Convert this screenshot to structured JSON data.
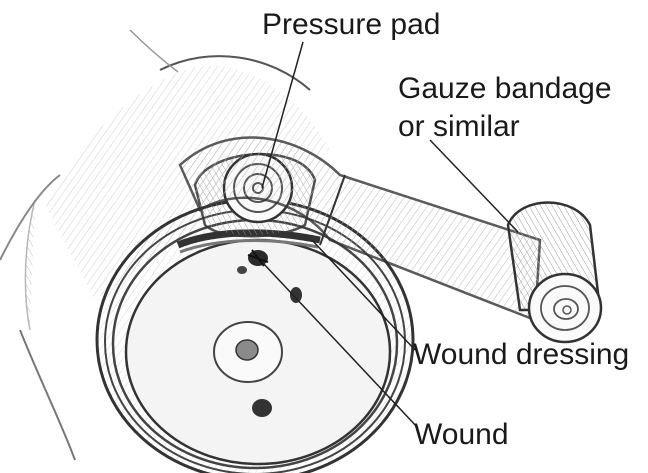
{
  "labels": {
    "pressure_pad": "Pressure pad",
    "gauze_line1": "Gauze bandage",
    "gauze_line2": "or similar",
    "wound_dressing": "Wound dressing",
    "wound": "Wound"
  },
  "colors": {
    "ink": "#2a2a2a",
    "shade": "#9a9a9a",
    "background": "#ffffff"
  }
}
